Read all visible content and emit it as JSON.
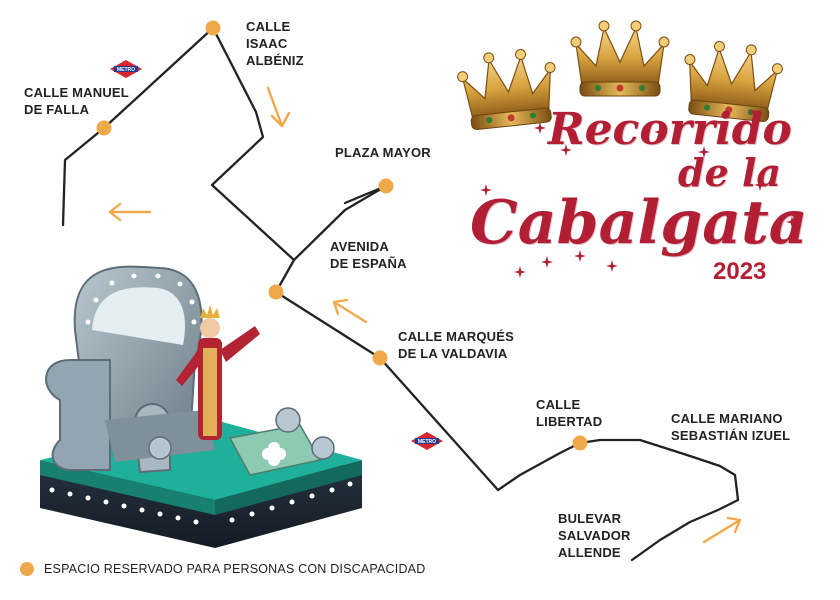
{
  "title": {
    "line1": "Recorrido",
    "line2": "de la",
    "line3": "Cabalgata",
    "year": "2023"
  },
  "streets": {
    "isaac_albeniz": [
      "CALLE",
      "ISAAC",
      "ALBÉNIZ"
    ],
    "manuel_de_falla": [
      "CALLE MANUEL",
      "DE FALLA"
    ],
    "plaza_mayor": [
      "PLAZA MAYOR"
    ],
    "avenida_espana": [
      "AVENIDA",
      "DE ESPAÑA"
    ],
    "marques_valdavia": [
      "CALLE MARQUÉS",
      "DE LA VALDAVIA"
    ],
    "libertad": [
      "CALLE",
      "LIBERTAD"
    ],
    "mariano_izuel": [
      "CALLE MARIANO",
      "SEBASTIÁN IZUEL"
    ],
    "salvador_allende": [
      "BULEVAR",
      "SALVADOR",
      "ALLENDE"
    ]
  },
  "metro_sign": "METRO",
  "legend": {
    "text": "ESPACIO RESERVADO PARA PERSONAS CON DISCAPACIDAD"
  },
  "colors": {
    "route": "#222222",
    "stop": "#f0a94a",
    "arrow": "#f0a94a",
    "title": "#b21e33",
    "crown": "#d9a441",
    "metro_red": "#d7262e",
    "metro_blue": "#243b8f"
  },
  "icons": [
    "crown-icon",
    "metro-icon",
    "arrow-icon",
    "sparkle-icon",
    "float-illustration"
  ]
}
